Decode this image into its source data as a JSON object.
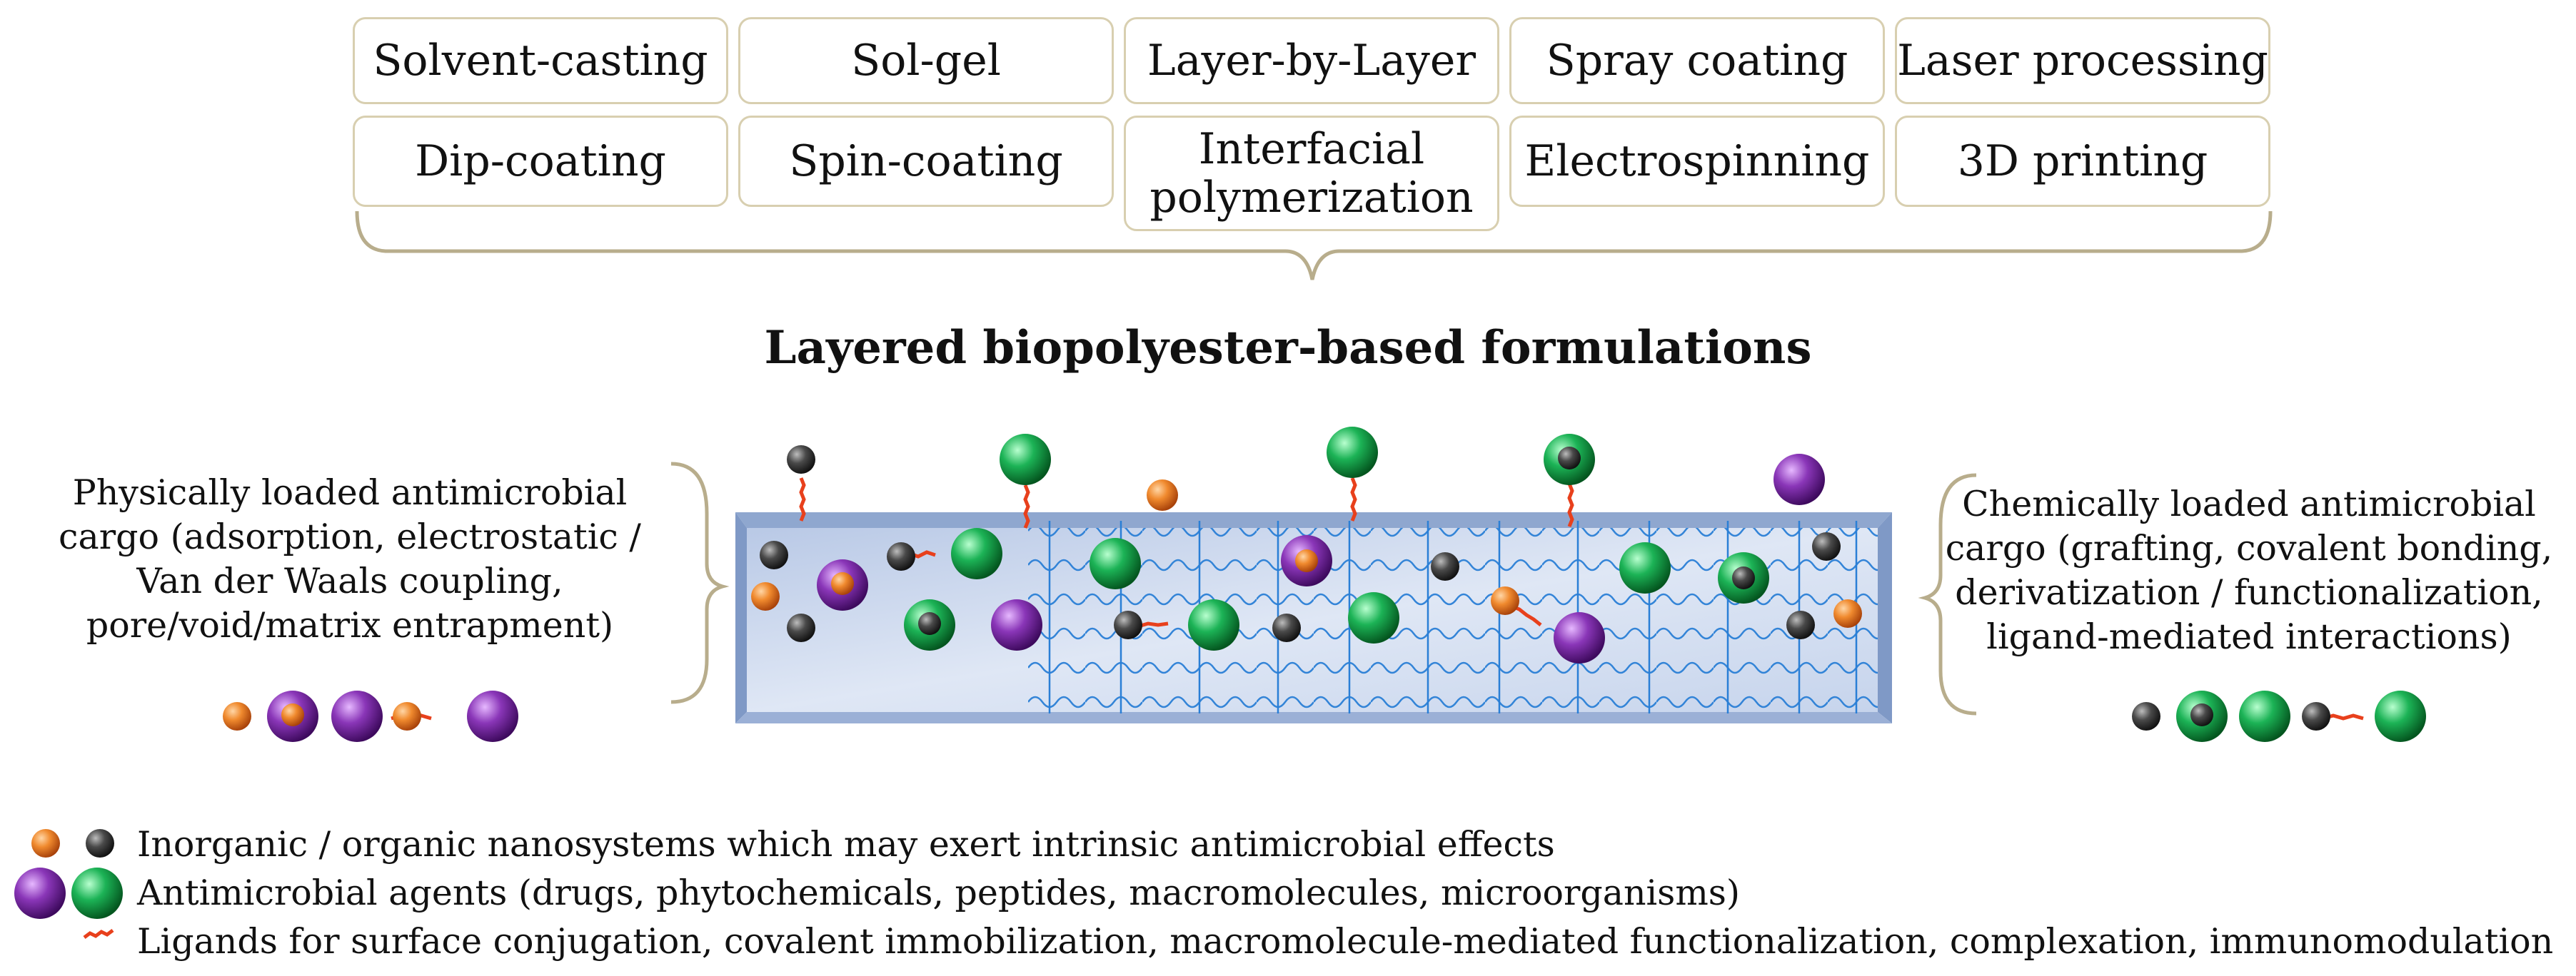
{
  "methods": {
    "row1": [
      "Solvent-casting",
      "Sol-gel",
      "Layer-by-Layer",
      "Spray coating",
      "Laser processing"
    ],
    "row2": [
      "Dip-coating",
      "Spin-coating",
      "Interfacial polymerization",
      "Electrospinning",
      "3D printing"
    ]
  },
  "title": "Layered biopolyester-based formulations",
  "left_panel": {
    "lines": [
      "Physically loaded antimicrobial",
      "cargo (adsorption, electrostatic /",
      "Van der Waals coupling,",
      "pore/void/matrix entrapment)"
    ]
  },
  "right_panel": {
    "lines": [
      "Chemically loaded antimicrobial",
      "cargo (grafting, covalent bonding,",
      "derivatization / functionalization,",
      "ligand-mediated interactions)"
    ]
  },
  "legend": {
    "nanosystems": "Inorganic / organic nanosystems which may exert intrinsic antimicrobial effects",
    "agents": "Antimicrobial agents (drugs, phytochemicals, peptides, macromolecules, microorganisms)",
    "ligands": "Ligands for surface conjugation, covalent immobilization, macromolecule-mediated functionalization, complexation, immunomodulation"
  },
  "colors": {
    "box_border": "#d8cfb0",
    "brace": "#b8ad8c",
    "orange": "#e8731c",
    "gray": "#3c3c3c",
    "purple": "#7a2ea0",
    "green": "#14a64a",
    "ligand": "#e8401c",
    "fiber": "#2a7fd6"
  }
}
